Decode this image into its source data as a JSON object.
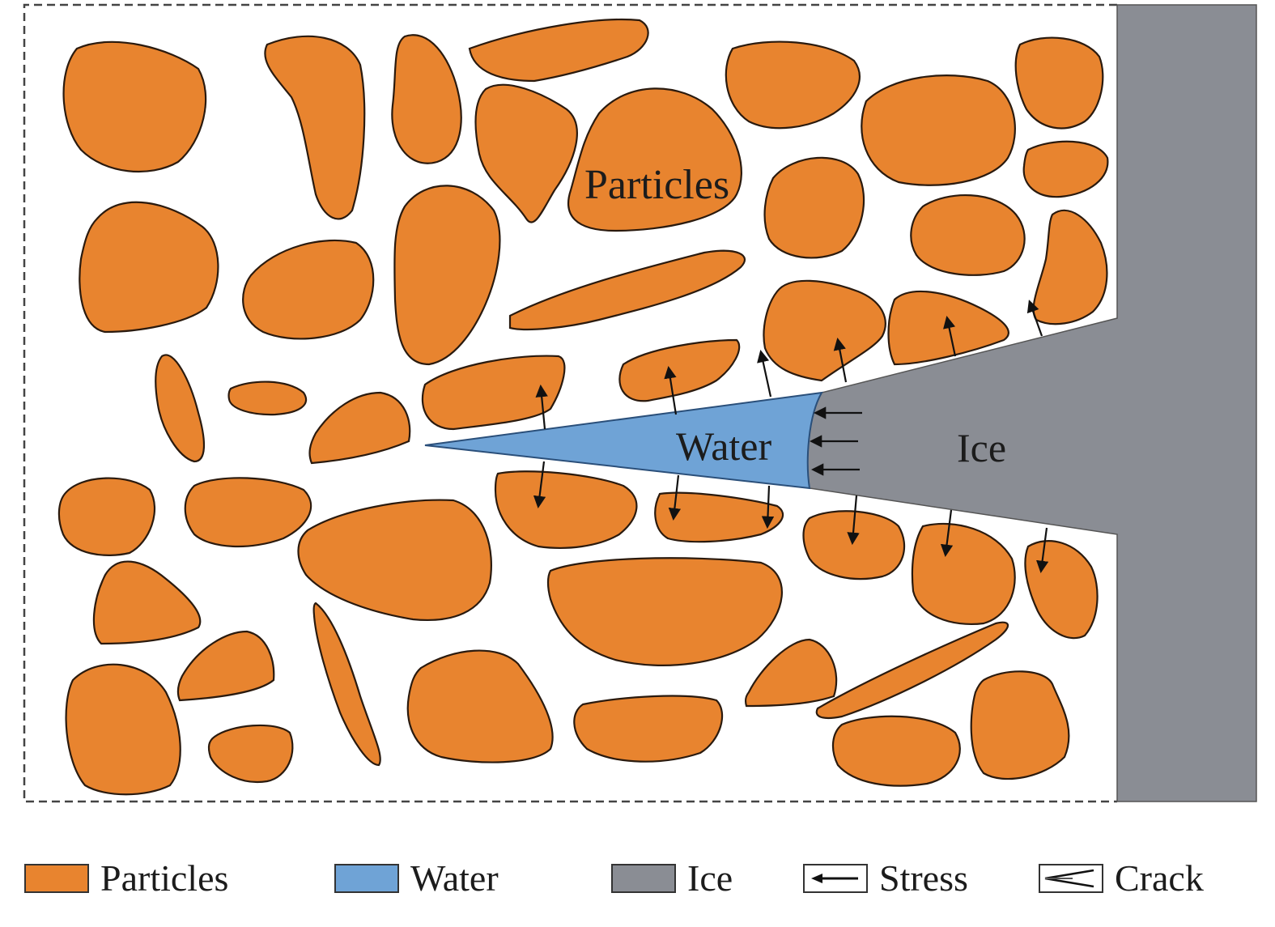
{
  "colors": {
    "particles": "#e8842f",
    "water": "#6fa3d6",
    "ice": "#8a8d94",
    "outline": "#2a1a0e"
  },
  "labels": {
    "particles": "Particles",
    "water": "Water",
    "ice": "Ice"
  },
  "legend": [
    {
      "label": "Particles",
      "swatch": "particles"
    },
    {
      "label": "Water",
      "swatch": "water"
    },
    {
      "label": "Ice",
      "swatch": "ice"
    },
    {
      "label": "Stress",
      "swatch": "stress-arrow-icon"
    },
    {
      "label": "Crack",
      "swatch": "crack-icon"
    }
  ]
}
